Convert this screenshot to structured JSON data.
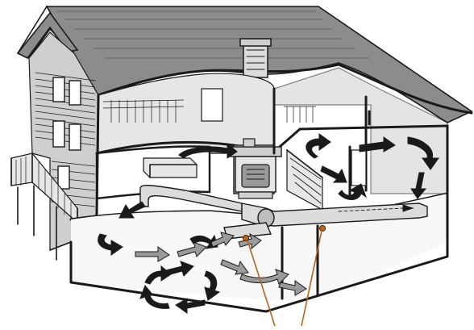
{
  "colors": {
    "roof": "#8c8c8c",
    "walls": "#cfcfcf",
    "interior_light": "#e6e6e6",
    "line": "#1a1a1a",
    "airflow_dark": "#1a1a1a",
    "airflow_light": "#9a9a9a",
    "sensor_callout": "#b5651d"
  },
  "icons": {
    "airflow": "curved-arrow",
    "sensor": "orange-dot",
    "fireplace": "wood-stove"
  }
}
